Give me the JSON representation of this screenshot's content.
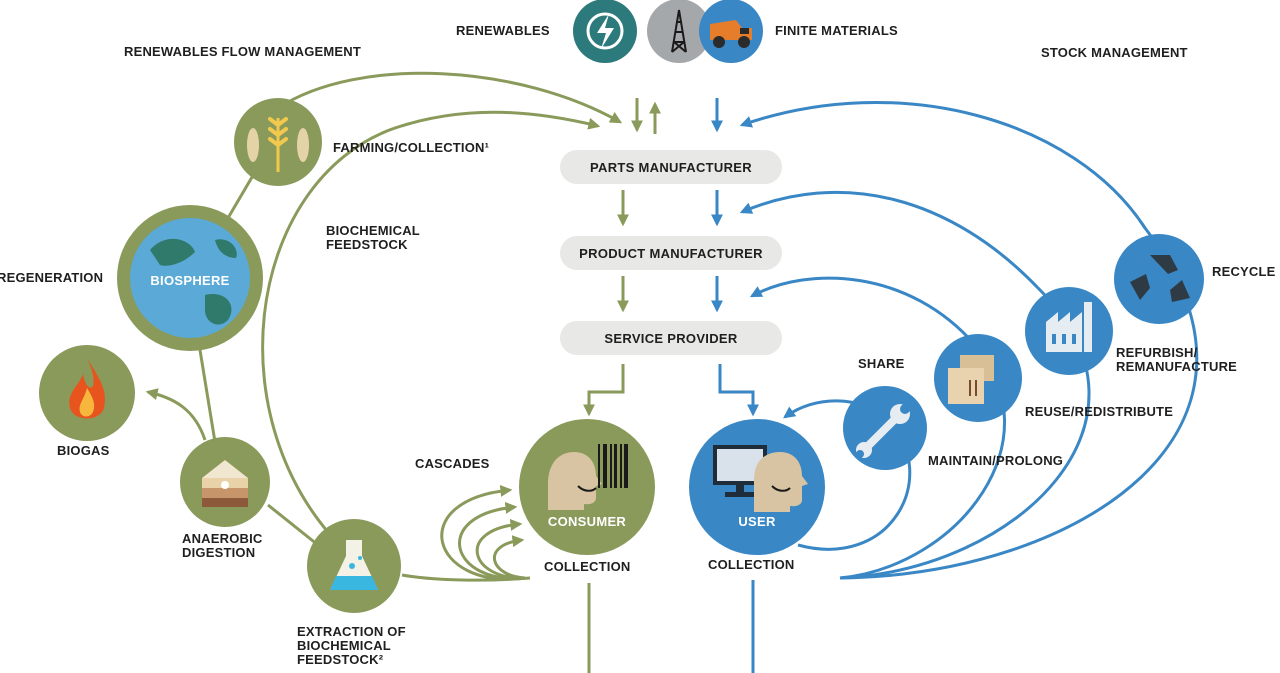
{
  "header": {
    "renewables": "RENEWABLES",
    "finite_materials": "FINITE MATERIALS",
    "renewables_flow_management": "RENEWABLES FLOW MANAGEMENT",
    "stock_management": "STOCK MANAGEMENT"
  },
  "center": {
    "parts_manufacturer": "PARTS MANUFACTURER",
    "product_manufacturer": "PRODUCT MANUFACTURER",
    "service_provider": "SERVICE PROVIDER"
  },
  "left": {
    "farming": "FARMING/COLLECTION¹",
    "biochemical_feedstock": "BIOCHEMICAL\nFEEDSTOCK",
    "regeneration": "REGENERATION",
    "biosphere": "BIOSPHERE",
    "biogas": "BIOGAS",
    "anaerobic_digestion": "ANAEROBIC\nDIGESTION",
    "extraction": "EXTRACTION OF\nBIOCHEMICAL\nFEEDSTOCK²",
    "cascades": "CASCADES",
    "consumer": "CONSUMER",
    "collection": "COLLECTION"
  },
  "right": {
    "recycle": "RECYCLE",
    "refurbish": "REFURBISH/\nREMANUFACTURE",
    "reuse": "REUSE/REDISTRIBUTE",
    "share": "SHARE",
    "maintain": "MAINTAIN/PROLONG",
    "user": "USER",
    "collection": "COLLECTION"
  },
  "colors": {
    "green": "#8a9a5b",
    "green_dark": "#7d8f4e",
    "blue": "#3a87c6",
    "teal": "#2c7a7b",
    "gray": "#a5a8aa",
    "pill": "#e8e8e6"
  },
  "icons": {
    "renewables": "power-bolt-icon",
    "oil_derrick": "oil-derrick-icon",
    "mining_truck": "mining-truck-icon",
    "farming": "fish-wheat-icon",
    "biosphere": "globe-icon",
    "biogas": "flame-icon",
    "digestion": "soil-layers-icon",
    "extraction": "flask-icon",
    "consumer": "barcode-head-icon",
    "user": "computer-head-icon",
    "maintain": "wrench-icon",
    "reuse": "boxes-icon",
    "refurbish": "factory-icon",
    "recycle": "recycle-icon"
  }
}
